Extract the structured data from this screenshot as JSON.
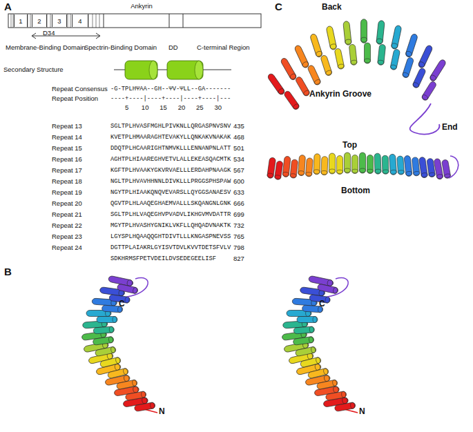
{
  "diagram": {
    "nodes": [
      {
        "text": [
          "1"
        ]
      },
      {
        "text": [
          "2"
        ]
      },
      {
        "text": [
          "3"
        ]
      },
      {
        "text": [
          "4"
        ]
      }
    ],
    "labels": [
      "A",
      "Ankyrin",
      "D34",
      "Membrane-Binding Domain",
      "Spectrin-Binding Domain",
      "DD",
      "C-terminal Region",
      "Secondary Structure",
      "Repeat Consensus",
      "-G-TPLHΨAA--GH--ΨV-ΨLL--GA-------",
      "Repeat Position",
      "----+----|----+----|----+----|---",
      "5",
      "10",
      "15",
      "20",
      "25",
      "30",
      "Repeat 13",
      "SGLTPLHVASFMGHLPIVKNLLQRGASPNVSNV",
      "435",
      "Repeat 14",
      "KVETPLHMAARAGHTEVAKYLLQNKAKVNAKAK",
      "468",
      "Repeat 15",
      "DDQTPLHCAARIGHTNMVKLLLENNANPNLATT",
      "501",
      "Repeat 16",
      "AGHTPLHIAAREGHVETVLALLEKEASQACMTK",
      "534",
      "Repeat 17",
      "KGFTPLHVAAKYGKVRVAELLLERDAHPNAAGK",
      "567",
      "Repeat 18",
      "NGLTPLHVAVHHNNLDIVKLLLPRGGSPHSPAW",
      "600",
      "Repeat 19",
      "NGYTPLHIAAKQNQVEVARSLLQYGGSANAESV",
      "633",
      "Repeat 20",
      "QGVTPLHLAAQEGHAEMVALLLSKQANGNLGNK",
      "666",
      "Repeat 21",
      "SGLTPLHLVAQEGHVPVADVLIKHGVMVDATTR",
      "699",
      "Repeat 22",
      "MGYTPLHVASHYGNIKLVKFLLQHQADVNAKTK",
      "732",
      "Repeat 23",
      "LGYSPLHQAAQQGHTDIVTLLLKNGASPNEVSS",
      "765",
      "Repeat 24",
      "DGTTPLAIAKRLGYISVTDVLKVVTDETSFVLV",
      "798",
      "SDKHRMSFPETVDEILDVSEDEGEELISF",
      "827",
      "B",
      "C",
      "N",
      "C",
      "N",
      "C",
      "Back",
      "Ankyrin Groove",
      "End",
      "Top",
      "Bottom"
    ]
  }
}
